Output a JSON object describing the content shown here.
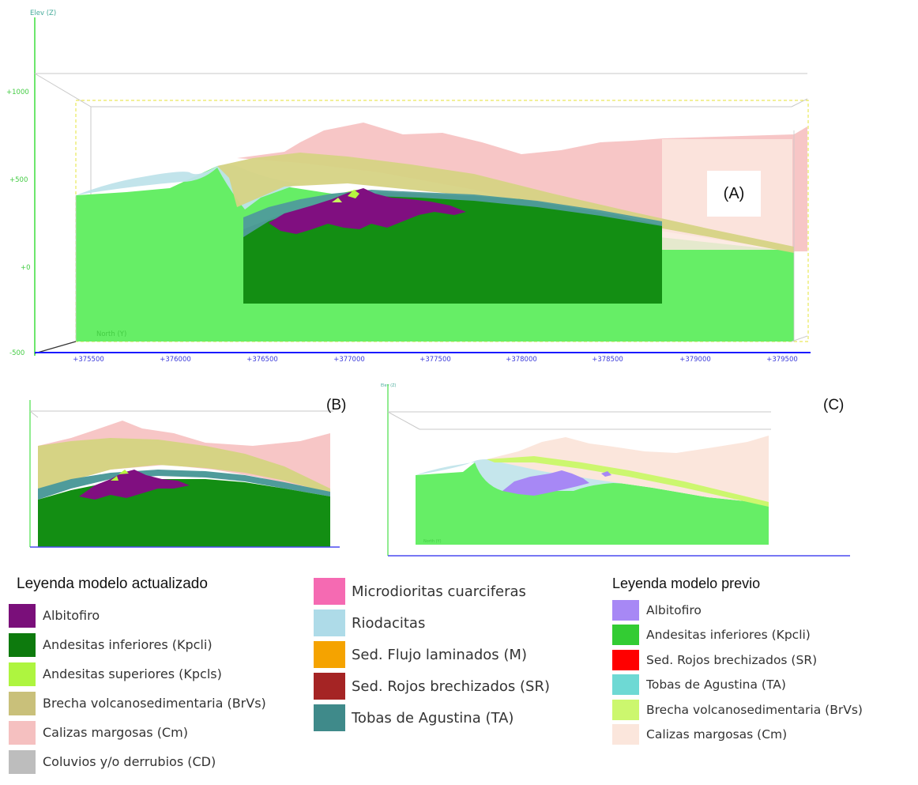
{
  "panel_a": {
    "label": "(A)",
    "z_axis_label": "Elev (Z)",
    "north_label": "North (Y)",
    "z_ticks": [
      "+1000",
      "+500",
      "+0",
      "-500"
    ],
    "x_ticks": [
      "+375500",
      "+376000",
      "+376500",
      "+377000",
      "+377500",
      "+378000",
      "+378500",
      "+379000",
      "+379500"
    ]
  },
  "panel_b": {
    "label": "(B)"
  },
  "panel_c": {
    "label": "(C)",
    "z_axis_label": "Elev (Z)",
    "north_label": "North (Y)"
  },
  "legend_updated": {
    "title": "Leyenda modelo actualizado",
    "items": [
      {
        "label": "Albitofiro",
        "color": "#7a0f7a"
      },
      {
        "label": "Andesitas inferiores (Kpcli)",
        "color": "#0d7a0d"
      },
      {
        "label": "Andesitas superiores (Kpcls)",
        "color": "#aef53f"
      },
      {
        "label": "Brecha volcanosedimentaria (BrVs)",
        "color": "#c9c07a"
      },
      {
        "label": "Calizas margosas (Cm)",
        "color": "#f5c0c0"
      },
      {
        "label": "Coluvios y/o derrubios (CD)",
        "color": "#bdbdbd"
      }
    ]
  },
  "legend_middle": {
    "items": [
      {
        "label": "Microdioritas cuarciferas",
        "color": "#f56ab2"
      },
      {
        "label": "Riodacitas",
        "color": "#aedbe8"
      },
      {
        "label": "Sed. Flujo laminados (M)",
        "color": "#f5a300"
      },
      {
        "label": "Sed. Rojos brechizados (SR)",
        "color": "#a52424"
      },
      {
        "label": "Tobas de Agustina (TA)",
        "color": "#3f8a8a"
      }
    ]
  },
  "legend_previous": {
    "title": "Leyenda modelo previo",
    "items": [
      {
        "label": "Albitofiro",
        "color": "#a788f5"
      },
      {
        "label": "Andesitas inferiores (Kpcli)",
        "color": "#33cc33"
      },
      {
        "label": "Sed. Rojos brechizados (SR)",
        "color": "#ff0000"
      },
      {
        "label": "Tobas de Agustina (TA)",
        "color": "#6ed9d4"
      },
      {
        "label": "Brecha volcanosedimentaria (BrVs)",
        "color": "#ccf76e"
      },
      {
        "label": "Calizas margosas (Cm)",
        "color": "#fbe6dc"
      }
    ]
  }
}
